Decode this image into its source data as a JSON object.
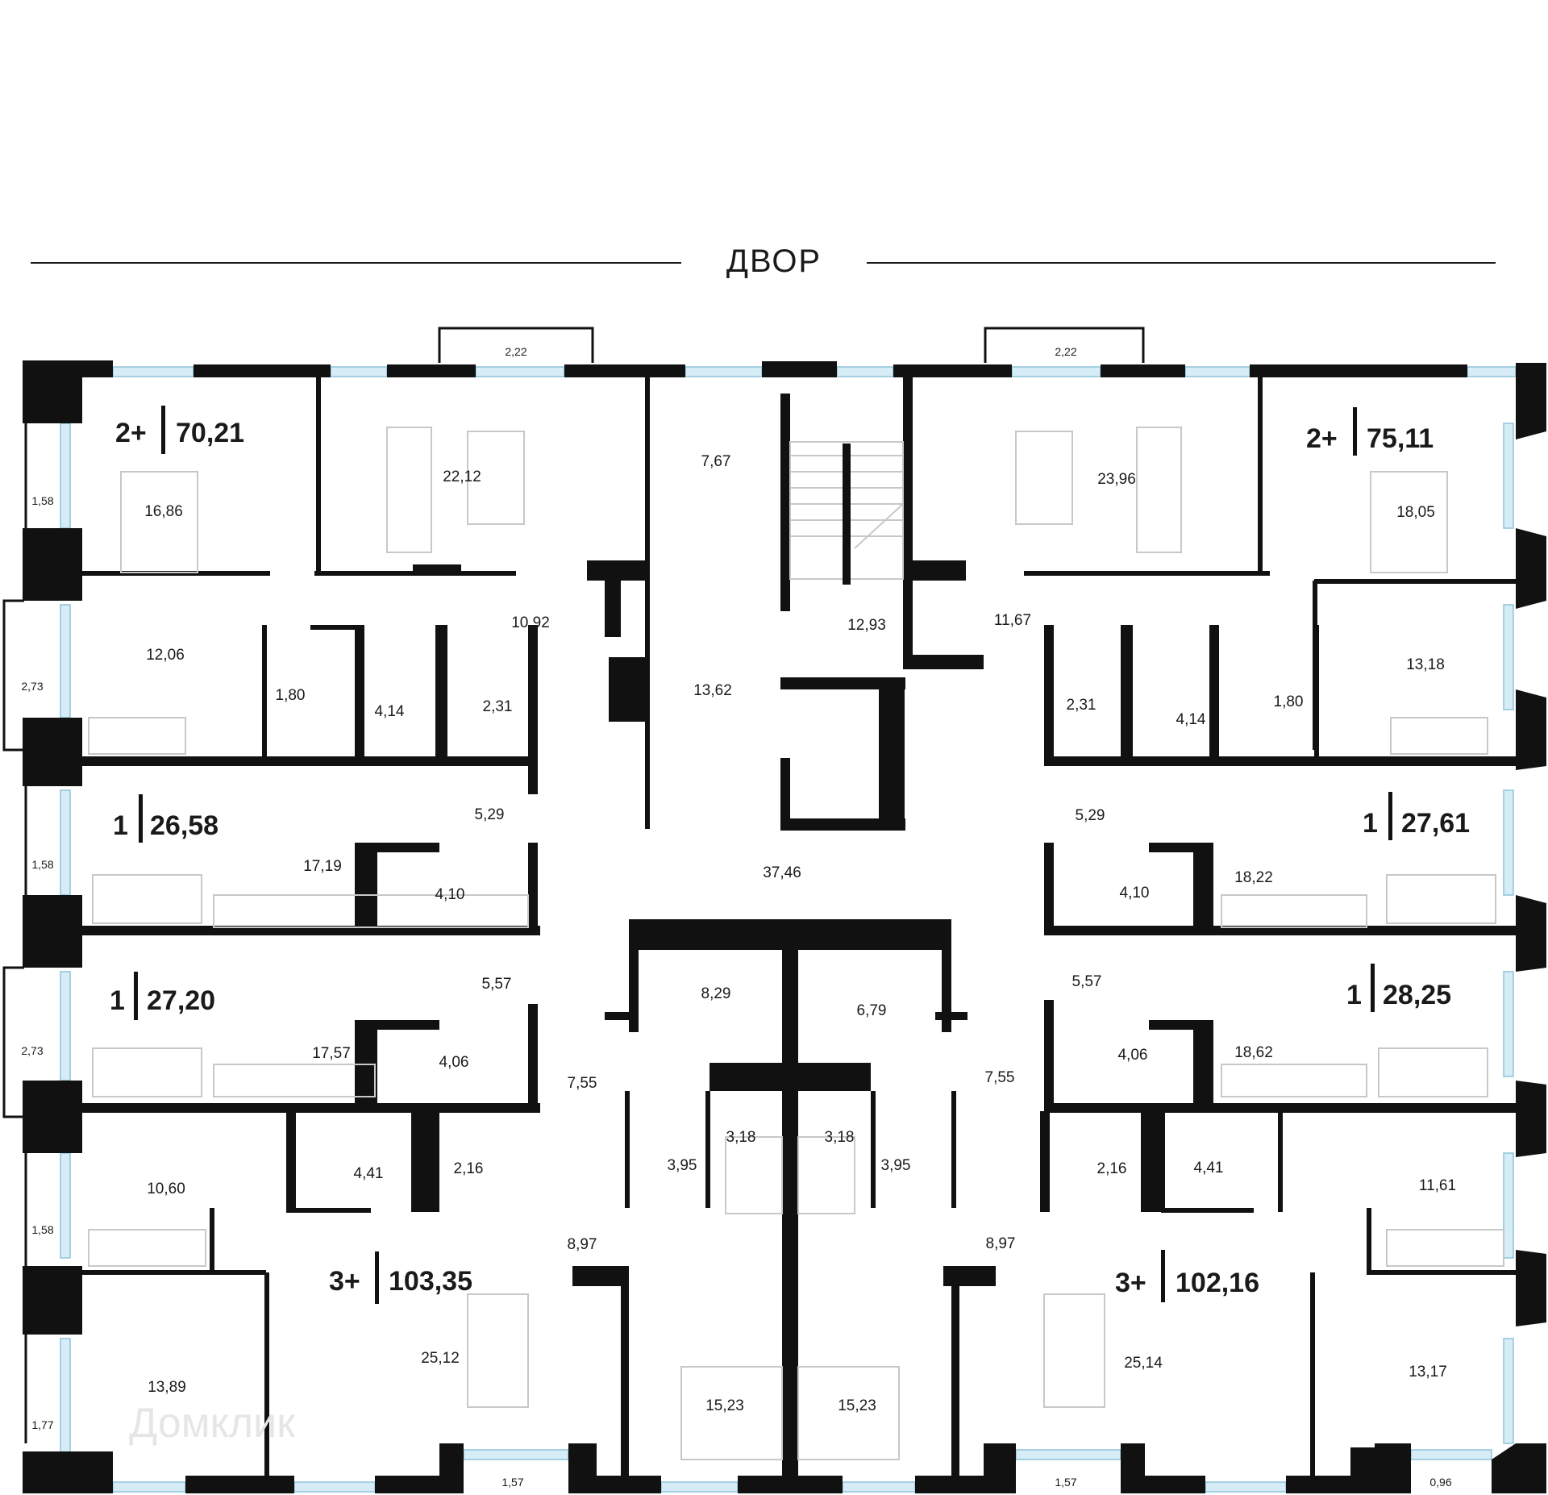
{
  "courtyard_label": "ДВОР",
  "watermark": "Домклик",
  "apartments": [
    {
      "id": "a1",
      "rooms": "2+",
      "area": "70,21"
    },
    {
      "id": "a2",
      "rooms": "2+",
      "area": "75,11"
    },
    {
      "id": "a3",
      "rooms": "1",
      "area": "26,58"
    },
    {
      "id": "a4",
      "rooms": "1",
      "area": "27,61"
    },
    {
      "id": "a5",
      "rooms": "1",
      "area": "27,20"
    },
    {
      "id": "a6",
      "rooms": "1",
      "area": "28,25"
    },
    {
      "id": "a7",
      "rooms": "3+",
      "area": "103,35"
    },
    {
      "id": "a8",
      "rooms": "3+",
      "area": "102,16"
    }
  ],
  "room_areas": [
    "16,86",
    "22,12",
    "7,67",
    "12,06",
    "1,80",
    "4,14",
    "2,31",
    "10,92",
    "12,93",
    "13,62",
    "23,96",
    "18,05",
    "11,67",
    "13,18",
    "1,80",
    "4,14",
    "2,31",
    "5,29",
    "17,19",
    "4,10",
    "37,46",
    "5,29",
    "18,22",
    "4,10",
    "5,57",
    "17,57",
    "4,06",
    "8,29",
    "6,79",
    "5,57",
    "18,62",
    "4,06",
    "7,55",
    "7,55",
    "10,60",
    "4,41",
    "2,16",
    "3,18",
    "3,18",
    "3,95",
    "3,95",
    "2,16",
    "4,41",
    "11,61",
    "8,97",
    "8,97",
    "13,89",
    "25,12",
    "15,23",
    "15,23",
    "25,14",
    "13,17"
  ],
  "balconies": [
    "2,22",
    "2,22",
    "1,58",
    "2,73",
    "1,58",
    "2,73",
    "1,58",
    "1,77",
    "1,57",
    "1,57",
    "0,96"
  ]
}
